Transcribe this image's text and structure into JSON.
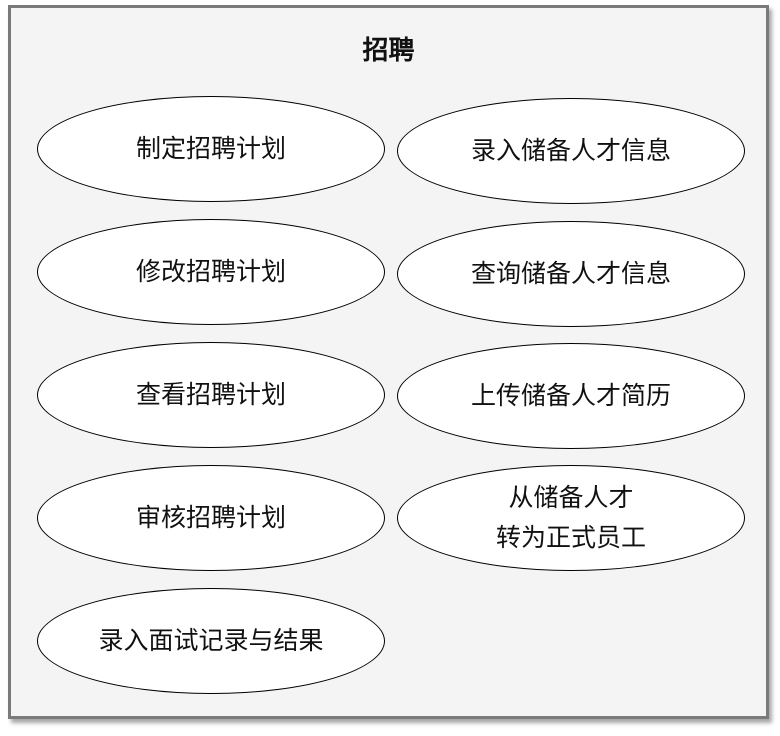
{
  "diagram": {
    "title": "招聘",
    "use_cases": [
      {
        "id": "uc1",
        "label": "制定招聘计划"
      },
      {
        "id": "uc2",
        "label": "录入储备人才信息"
      },
      {
        "id": "uc3",
        "label": "修改招聘计划"
      },
      {
        "id": "uc4",
        "label": "查询储备人才信息"
      },
      {
        "id": "uc5",
        "label": "查看招聘计划"
      },
      {
        "id": "uc6",
        "label": "上传储备人才简历"
      },
      {
        "id": "uc7",
        "label": "审核招聘计划"
      },
      {
        "id": "uc8",
        "label": "从储备人才\n转为正式员工"
      },
      {
        "id": "uc9",
        "label": "录入面试记录与结果"
      }
    ]
  }
}
